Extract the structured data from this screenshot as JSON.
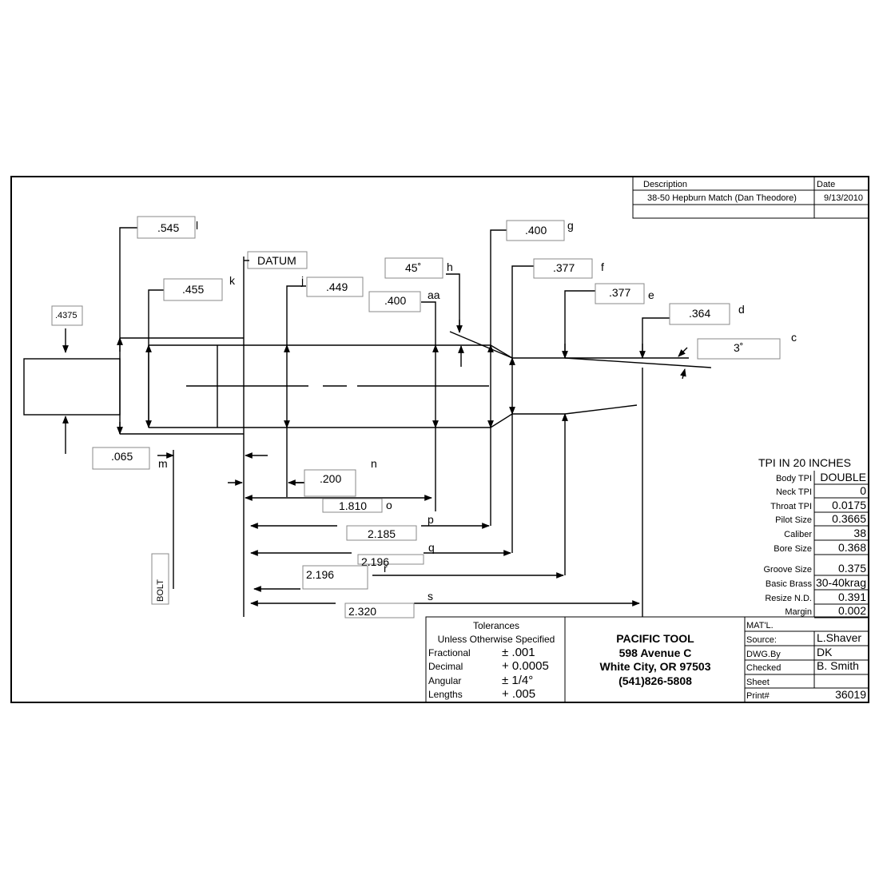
{
  "header": {
    "description_label": "Description",
    "date_label": "Date",
    "description": "38-50 Hepburn Match (Dan Theodore)",
    "date": "9/13/2010"
  },
  "dims": {
    "l": ".545",
    "k": ".455",
    "j": ".449",
    "aa": ".400",
    "g": ".400",
    "f": ".377",
    "e": ".377",
    "d": ".364",
    "h": "45˚",
    "c": "3˚",
    "base": ".4375",
    "m": ".065",
    "n": ".200",
    "o": "1.810",
    "p": "2.185",
    "q": "2.196",
    "r": "2.196",
    "s": "2.320",
    "datum": "DATUM",
    "bolt": "BOLT"
  },
  "letters": {
    "l": "l",
    "k": "k",
    "j": "j",
    "aa": "aa",
    "g": "g",
    "f": "f",
    "e": "e",
    "d": "d",
    "h": "h",
    "c": "c",
    "m": "m",
    "n": "n",
    "o": "o",
    "p": "p",
    "q": "q",
    "r": "r",
    "s": "s"
  },
  "specs": {
    "title": "TPI IN 20  INCHES",
    "rows": [
      {
        "label": "Body TPI",
        "value": "DOUBLE"
      },
      {
        "label": "Neck TPI",
        "value": "0"
      },
      {
        "label": "Throat TPI",
        "value": "0.0175"
      },
      {
        "label": "Pilot Size",
        "value": "0.3665"
      },
      {
        "label": "Caliber",
        "value": "38"
      },
      {
        "label": "Bore Size",
        "value": "0.368"
      },
      {
        "label": "Groove Size",
        "value": "0.375"
      },
      {
        "label": "Basic Brass",
        "value": "30-40krag"
      },
      {
        "label": "Resize N.D.",
        "value": "0.391"
      },
      {
        "label": "Margin",
        "value": "0.002"
      }
    ]
  },
  "tolerances": {
    "title": "Tolerances",
    "subtitle": "Unless Otherwise Specified",
    "rows": [
      {
        "label": "Fractional",
        "value": "± .001"
      },
      {
        "label": "Decimal",
        "value": "+ 0.0005"
      },
      {
        "label": "Angular",
        "value": "± 1/4°"
      },
      {
        "label": "Lengths",
        "value": "+ .005"
      }
    ]
  },
  "company": {
    "name": "PACIFIC TOOL",
    "address": "598 Avenue C",
    "city": "White City, OR 97503",
    "phone": "(541)826-5808"
  },
  "info": {
    "matl_label": "MAT'L.",
    "source_label": "Source:",
    "source": "L.Shaver",
    "dwg_label": "DWG.By",
    "dwg": "DK",
    "checked_label": "Checked",
    "checked": "B. Smith",
    "sheet_label": "Sheet",
    "print_label": "Print#",
    "print": "36019"
  }
}
